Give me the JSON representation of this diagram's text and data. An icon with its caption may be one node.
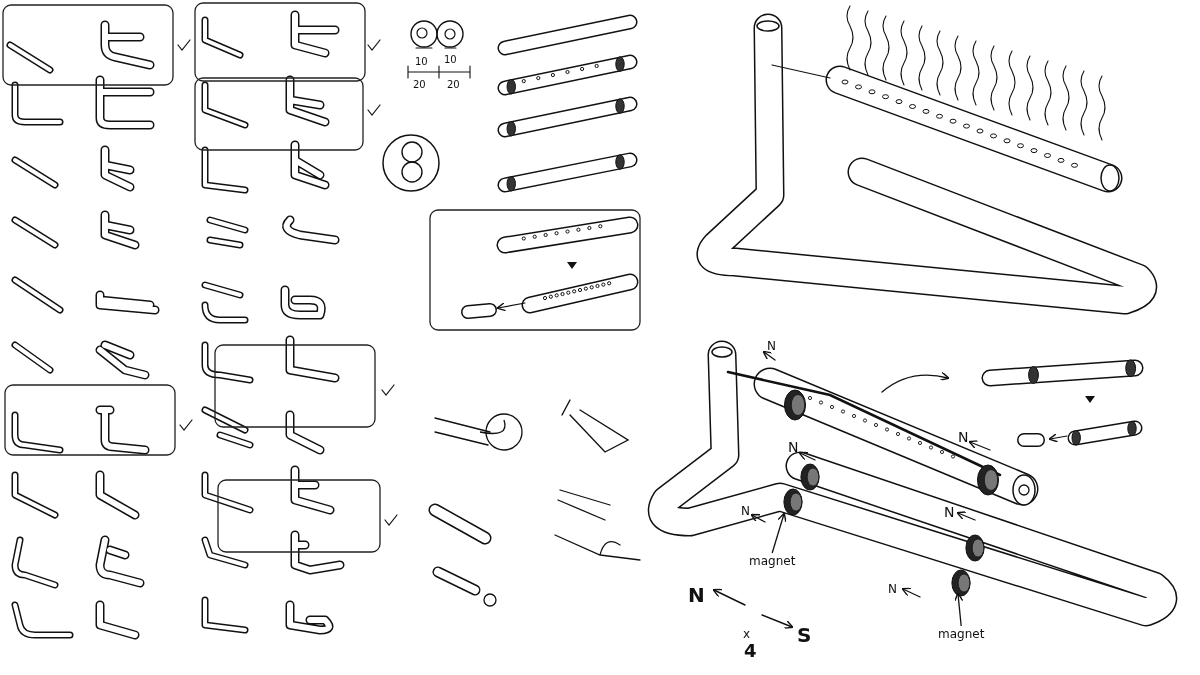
{
  "diagram": {
    "nodes": [
      {
        "text": [
          "magnet"
        ]
      },
      {
        "text": [
          "magnet"
        ]
      }
    ],
    "edges": [
      {
        "from": 0,
        "to": null,
        "arrow": "to"
      },
      {
        "from": 1,
        "to": null,
        "arrow": "to"
      }
    ],
    "labels": [
      "10",
      "10",
      "20",
      "20",
      "N",
      "N",
      "N",
      "N",
      "N",
      "N",
      "N",
      "S",
      "x",
      "4"
    ]
  }
}
